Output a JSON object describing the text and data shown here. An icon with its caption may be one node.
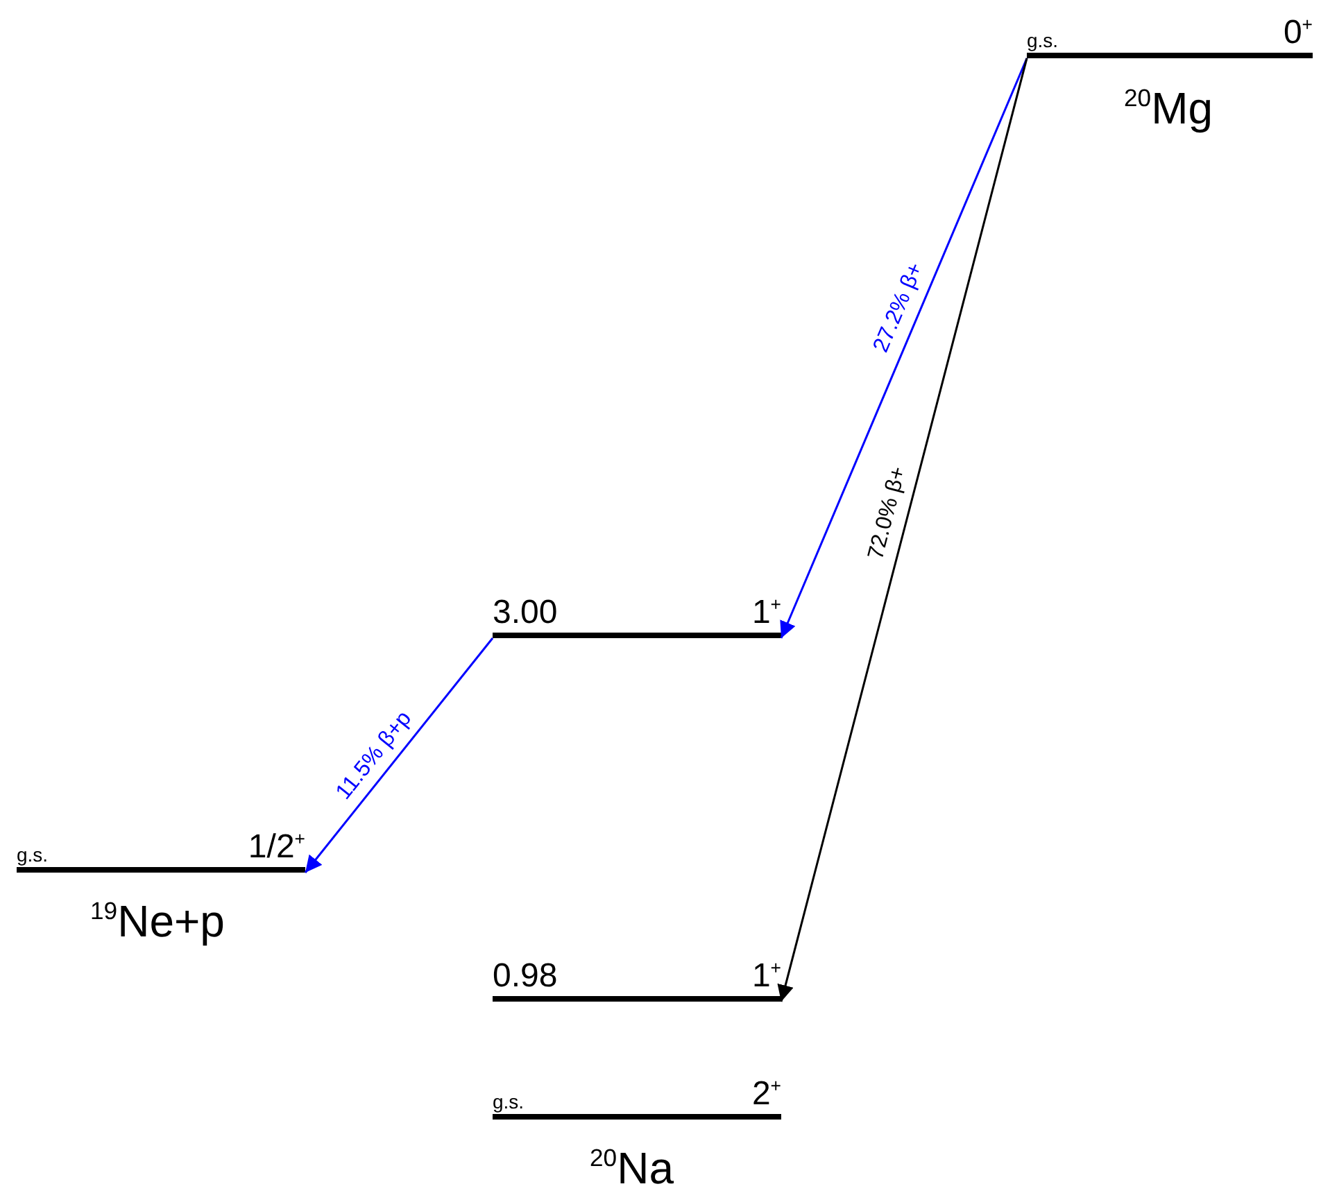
{
  "diagram": {
    "nodes": [
      {
        "text": [
          "g.s.",
          "0$^{+}$"
        ],
        "beside": [
          "$^{20}$Mg"
        ]
      },
      {
        "text": [
          "3.00",
          "1$^{+}$"
        ]
      },
      {
        "text": [
          "g.s.",
          "1/2$^{+}$"
        ],
        "beside": [
          "$^{19}$Ne+p"
        ]
      },
      {
        "text": [
          "0.98",
          "1$^{+}$"
        ]
      },
      {
        "text": [
          "g.s.",
          "2$^{+}$"
        ],
        "beside": [
          "$^{20}$Na"
        ]
      }
    ],
    "edges": [
      {
        "from": 0,
        "to": 1,
        "arrow": "to",
        "label": "27.2% β+"
      },
      {
        "from": 0,
        "to": 3,
        "arrow": "to",
        "label": "72.0% β+",
        "color": "#000000"
      },
      {
        "from": 1,
        "to": 2,
        "arrow": "to",
        "label": "11.5% β+p"
      }
    ]
  }
}
